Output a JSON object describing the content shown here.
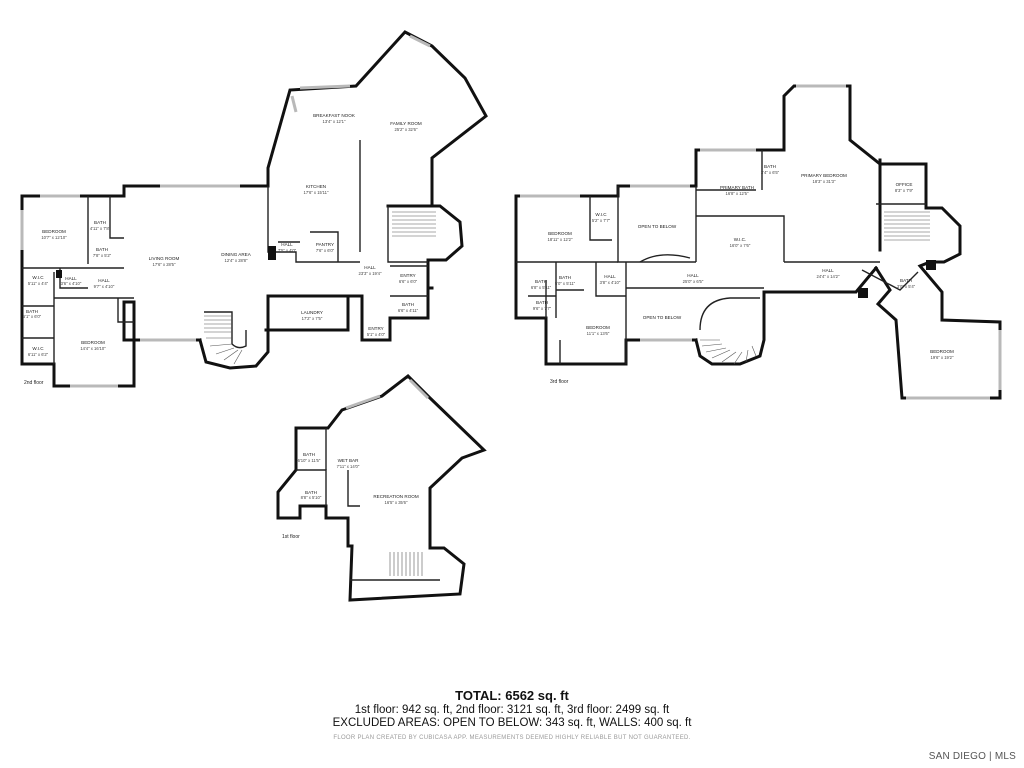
{
  "rooms": {
    "f2_bedroom_a": {
      "name": "BEDROOM",
      "dim": "10'7\" x 12'10\""
    },
    "f2_bath_a": {
      "name": "BATH",
      "dim": "4'11\" x 7'8\""
    },
    "f2_bath_b": {
      "name": "BATH",
      "dim": "7'8\" x 5'2\""
    },
    "f2_wic_a": {
      "name": "W.I.C",
      "dim": "5'11\" x 4'4\""
    },
    "f2_hall_a": {
      "name": "HALL",
      "dim": "3'6\" x 4'10\""
    },
    "f2_hall_b": {
      "name": "HALL",
      "dim": "9'7\" x 4'10\""
    },
    "f2_bath_c": {
      "name": "BATH",
      "dim": "5'1\" x 6'0\""
    },
    "f2_wic_b": {
      "name": "W.I.C",
      "dim": "6'11\" x 6'2\""
    },
    "f2_bedroom_b": {
      "name": "BEDROOM",
      "dim": "14'4\" x 16'10\""
    },
    "f2_living": {
      "name": "LIVING ROOM",
      "dim": "17'6\" x 28'5\""
    },
    "f2_dining": {
      "name": "DINING AREA",
      "dim": "12'4\" x 28'8\""
    },
    "f2_breakfast": {
      "name": "BREAKFAST NOOK",
      "dim": "13'4\" x 12'1\""
    },
    "f2_family": {
      "name": "FAMILY ROOM",
      "dim": "25'2\" x 32'6\""
    },
    "f2_kitchen": {
      "name": "KITCHEN",
      "dim": "17'6\" x 15'11\""
    },
    "f2_hall_c": {
      "name": "HALL",
      "dim": "7'5\" x 4'0\""
    },
    "f2_pantry": {
      "name": "PANTRY",
      "dim": "7'6\" x 6'0\""
    },
    "f2_hall_d": {
      "name": "HALL",
      "dim": "23'3\" x 19'4\""
    },
    "f2_entry": {
      "name": "ENTRY",
      "dim": "6'6\" x 6'0\""
    },
    "f2_bath_d": {
      "name": "BATH",
      "dim": "6'6\" x 4'11\""
    },
    "f2_laundry": {
      "name": "LAUNDRY",
      "dim": "17'2\" x 7'5\""
    },
    "f2_entry_b": {
      "name": "ENTRY",
      "dim": "5'1\" x 4'0\""
    },
    "f3_bedroom_a": {
      "name": "BEDROOM",
      "dim": "18'11\" x 12'2\""
    },
    "f3_wic_a": {
      "name": "W.I.C",
      "dim": "5'2\" x 7'7\""
    },
    "f3_otb_a": {
      "name": "OPEN TO BELOW",
      "dim": ""
    },
    "f3_primary_bath": {
      "name": "PRIMARY BATH",
      "dim": "16'8\" x 12'5\""
    },
    "f3_bath_s": {
      "name": "BATH",
      "dim": "3'4\" x 6'5\""
    },
    "f3_primary_bed": {
      "name": "PRIMARY BEDROOM",
      "dim": "18'3\" x 31'3\""
    },
    "f3_office": {
      "name": "OFFICE",
      "dim": "8'3\" x 7'9\""
    },
    "f3_wic_b": {
      "name": "W.I.C.",
      "dim": "16'0\" x 7'6\""
    },
    "f3_bath_a": {
      "name": "BATH",
      "dim": "6'8\" x 5'11\""
    },
    "f3_bath_b": {
      "name": "BATH",
      "dim": "5'0\" x 5'11\""
    },
    "f3_hall_a": {
      "name": "HALL",
      "dim": "3'8\" x 4'10\""
    },
    "f3_hall_b": {
      "name": "HALL",
      "dim": "25'0\" x 6'5\""
    },
    "f3_hall_c": {
      "name": "HALL",
      "dim": "24'4\" x 14'2\""
    },
    "f3_bath_c": {
      "name": "BATH",
      "dim": "9'6\" x 7'7\""
    },
    "f3_bedroom_b": {
      "name": "BEDROOM",
      "dim": "11'1\" x 13'6\""
    },
    "f3_otb_b": {
      "name": "OPEN TO BELOW",
      "dim": ""
    },
    "f3_bath_d": {
      "name": "BATH",
      "dim": "3'0\" x 5'4\""
    },
    "f3_bedroom_c": {
      "name": "BEDROOM",
      "dim": "19'6\" x 19'2\""
    },
    "f1_bath_a": {
      "name": "BATH",
      "dim": "6'10\" x 11'5\""
    },
    "f1_wetbar": {
      "name": "WET BAR",
      "dim": "7'11\" x 14'0\""
    },
    "f1_bath_b": {
      "name": "BATH",
      "dim": "8'8\" x 5'10\""
    },
    "f1_rec": {
      "name": "RECREATION ROOM",
      "dim": "16'5\" x 35'6\""
    }
  },
  "floor_labels": {
    "second": "2nd floor",
    "third": "3rd floor",
    "first": "1st floor"
  },
  "summary": {
    "total": "TOTAL: 6562 sq. ft",
    "floors": "1st floor: 942 sq. ft, 2nd floor: 3121 sq. ft, 3rd floor: 2499 sq. ft",
    "excluded": "EXCLUDED AREAS: OPEN TO BELOW: 343 sq. ft, WALLS: 400 sq. ft",
    "disclaimer": "FLOOR PLAN CREATED BY CUBICASA APP. MEASUREMENTS DEEMED HIGHLY RELIABLE BUT NOT GUARANTEED."
  },
  "brand": "SAN DIEGO | MLS"
}
